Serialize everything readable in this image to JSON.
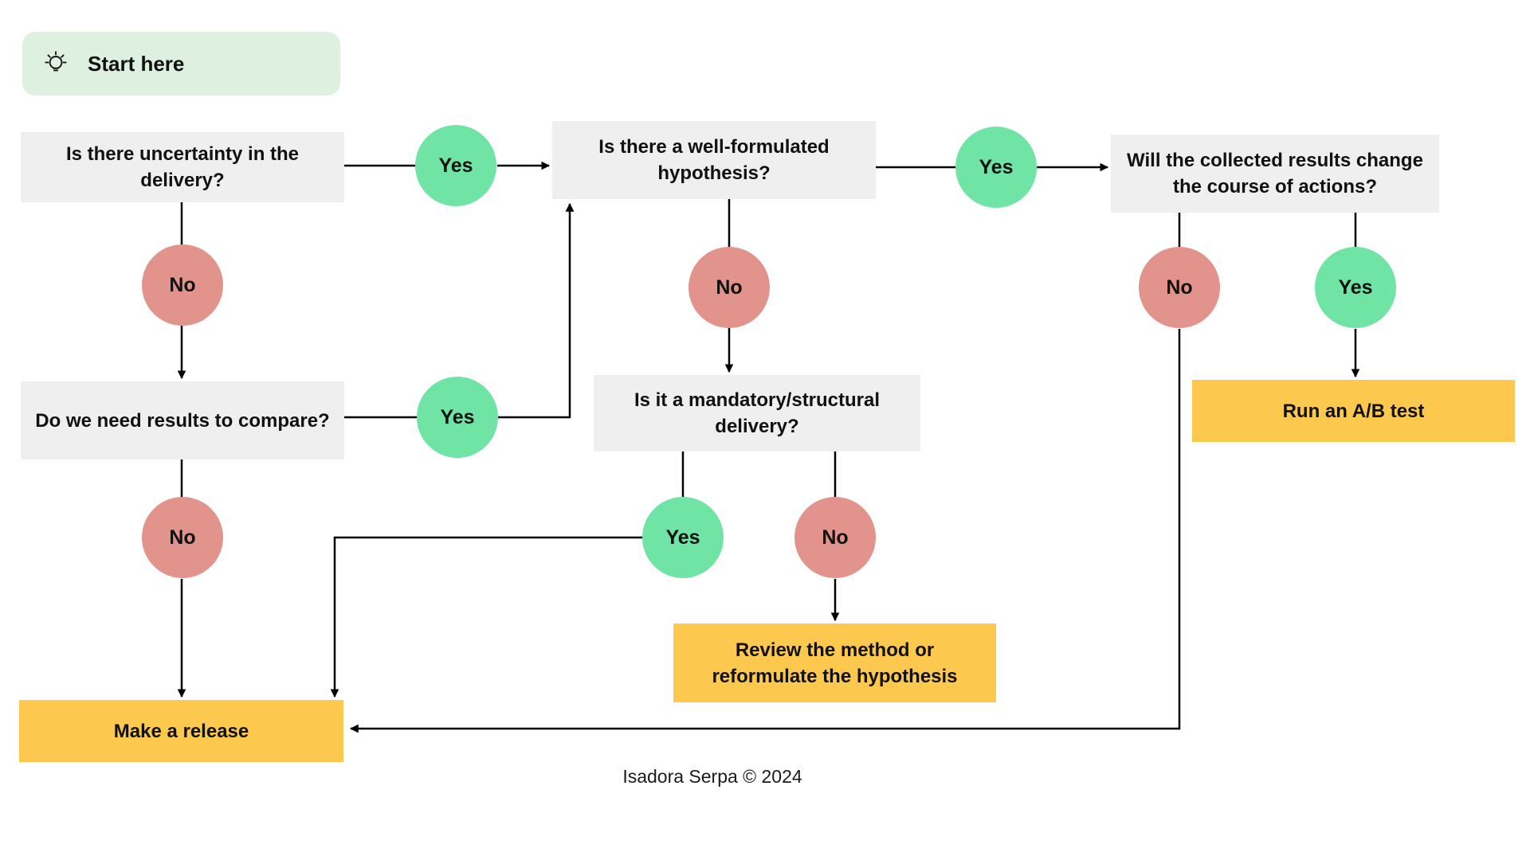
{
  "start": {
    "label": "Start here"
  },
  "labels": {
    "yes": "Yes",
    "no": "No"
  },
  "nodes": {
    "q_uncertainty": {
      "lines": [
        "Is there uncertainty in the",
        "delivery?"
      ]
    },
    "q_hypothesis": {
      "lines": [
        "Is there a well-formulated",
        "hypothesis?"
      ]
    },
    "q_results_change": {
      "lines": [
        "Will the collected results change",
        "the course of actions?"
      ]
    },
    "q_need_results": {
      "lines": [
        "Do we need results to compare?"
      ]
    },
    "q_mandatory": {
      "lines": [
        "Is it a mandatory/structural",
        "delivery?"
      ]
    },
    "a_run_ab": {
      "lines": [
        "Run an A/B test"
      ]
    },
    "a_review": {
      "lines": [
        "Review the method or",
        "reformulate the hypothesis"
      ]
    },
    "a_release": {
      "lines": [
        "Make a release"
      ]
    }
  },
  "edges": [
    {
      "from": "q_uncertainty",
      "label": "Yes",
      "to": "q_hypothesis"
    },
    {
      "from": "q_uncertainty",
      "label": "No",
      "to": "q_need_results"
    },
    {
      "from": "q_need_results",
      "label": "Yes",
      "to": "q_hypothesis"
    },
    {
      "from": "q_need_results",
      "label": "No",
      "to": "a_release"
    },
    {
      "from": "q_hypothesis",
      "label": "Yes",
      "to": "q_results_change"
    },
    {
      "from": "q_hypothesis",
      "label": "No",
      "to": "q_mandatory"
    },
    {
      "from": "q_mandatory",
      "label": "Yes",
      "to": "a_release"
    },
    {
      "from": "q_mandatory",
      "label": "No",
      "to": "a_review"
    },
    {
      "from": "q_results_change",
      "label": "Yes",
      "to": "a_run_ab"
    },
    {
      "from": "q_results_change",
      "label": "No",
      "to": "a_release"
    }
  ],
  "footer": {
    "credit": "Isadora Serpa © 2024"
  },
  "colors": {
    "question_bg": "#f0efef",
    "answer_bg": "#fcc84e",
    "yes": "#70e4a5",
    "no": "#e2938b",
    "start_bg": "#def1e0",
    "line": "#000000",
    "text": "#111111"
  }
}
